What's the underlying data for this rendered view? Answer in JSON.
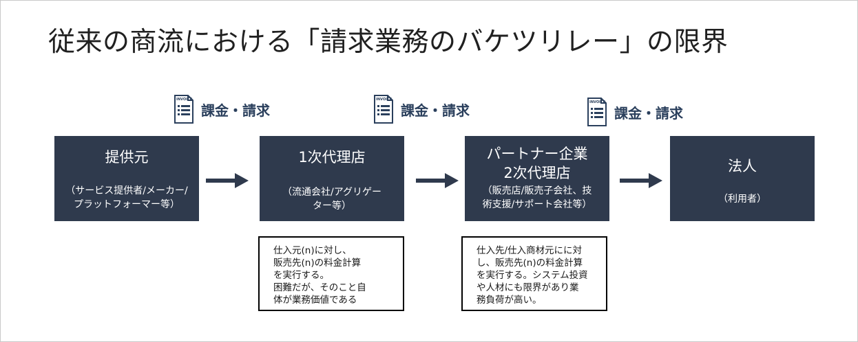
{
  "slide": {
    "title": "従来の商流における「請求業務のバケツリレー」の限界"
  },
  "invoices": [
    {
      "icon_text": "INVOICE",
      "label": "課金・請求"
    },
    {
      "icon_text": "INVOICE",
      "label": "課金・請求"
    },
    {
      "icon_text": "INVOICE",
      "label": "課金・請求"
    }
  ],
  "boxes": [
    {
      "name_lines": [
        "提供元"
      ],
      "sub_lines": [
        "（サービス提供者/メーカー/",
        "プラットフォーマー等）"
      ]
    },
    {
      "name_lines": [
        "1次代理店"
      ],
      "sub_lines": [
        "（流通会社/アグリゲー",
        "ター等）"
      ]
    },
    {
      "name_lines": [
        "パートナー企業",
        "2次代理店"
      ],
      "sub_lines": [
        "（販売店/販売子会社、技",
        "術支援/サポート会社等）"
      ]
    },
    {
      "name_lines": [
        "法人"
      ],
      "sub_lines": [
        "（利用者）"
      ]
    }
  ],
  "notes": [
    {
      "lines": [
        "仕入元(n)に対し、",
        "販売先(n)の料金計算",
        "を実行する。",
        "困難だが、そのこと自",
        "体が業務価値である"
      ]
    },
    {
      "lines": [
        "仕入先/仕入商材元にに対",
        "し、販売先(n)の料金計算",
        "を実行する。システム投資",
        "や人材にも限界があり業",
        "務負荷が高い。"
      ]
    }
  ],
  "colors": {
    "box_fill": "#2f3a4d",
    "arrow": "#2f3a4d",
    "invoice_label": "#2a3f5c"
  }
}
